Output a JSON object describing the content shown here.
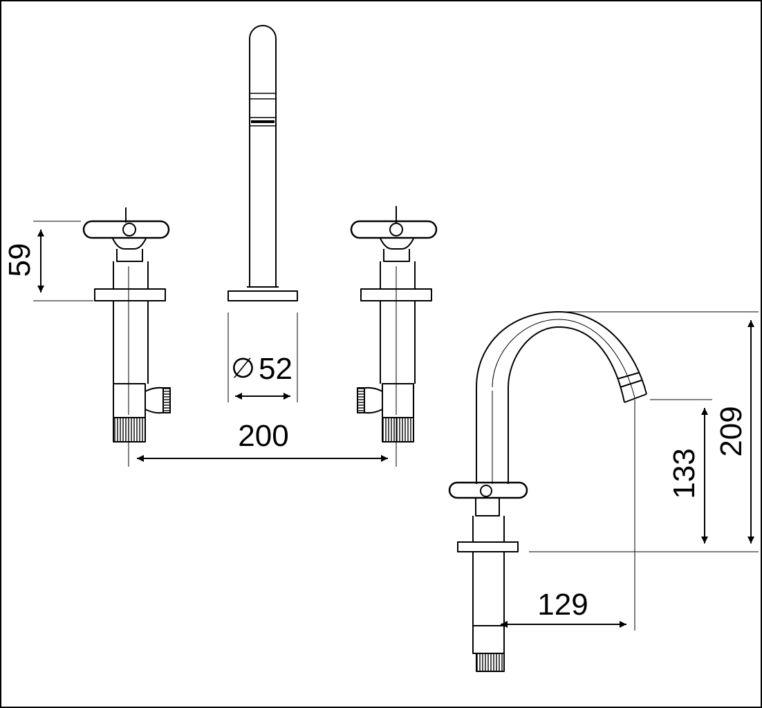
{
  "dimensions": {
    "handle_height": "59",
    "deck_diameter_symbol": "∅",
    "deck_diameter": "52",
    "handle_spacing": "200",
    "spout_projection": "129",
    "spout_outlet_height": "133",
    "spout_total_height": "209"
  }
}
